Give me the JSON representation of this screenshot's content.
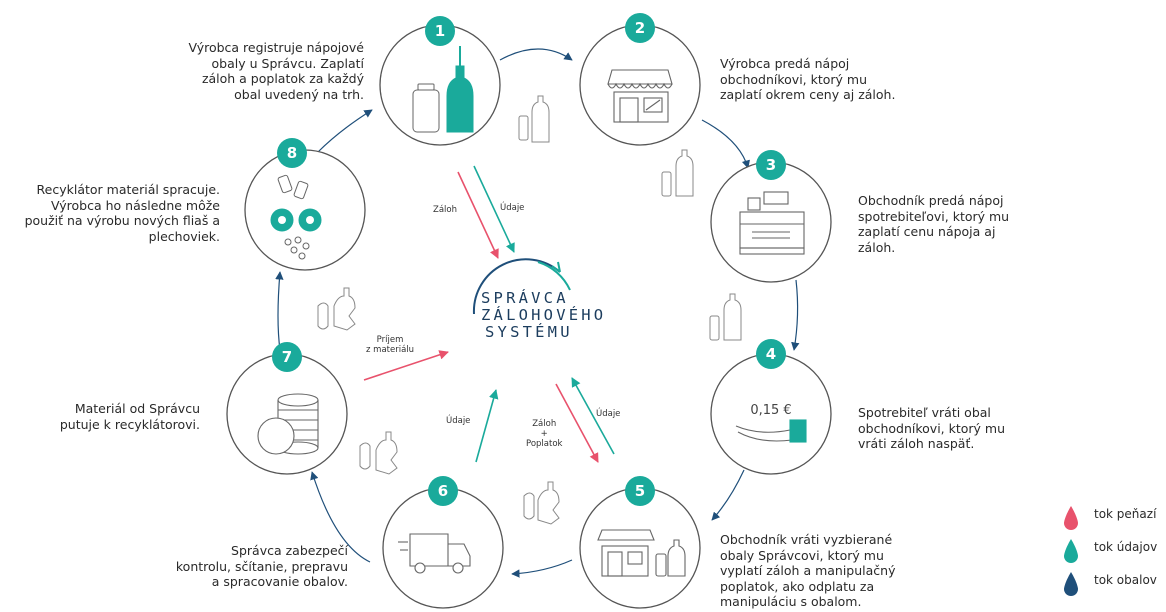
{
  "colors": {
    "money": "#e8526c",
    "data": "#1aaa9b",
    "packaging": "#1f4f7a",
    "circle_stroke": "#555555",
    "badge": "#1aaa9b"
  },
  "center": {
    "lines": [
      "SPRÁVCA",
      "ZÁLOHOVÉHO",
      "SYSTÉMU"
    ]
  },
  "steps": [
    {
      "num": "1",
      "lines": [
        "Výrobca registruje nápojové",
        "obaly  u Správcu. Zaplatí",
        "záloh a poplatok za každý",
        "obal uvedený na trh."
      ]
    },
    {
      "num": "2",
      "lines": [
        "Výrobca predá nápoj",
        "obchodníkovi, ktorý mu",
        "zaplatí okrem ceny aj záloh."
      ]
    },
    {
      "num": "3",
      "lines": [
        "Obchodník predá nápoj",
        "spotrebiteľovi, ktorý mu",
        "zaplatí cenu nápoja  aj",
        "záloh."
      ]
    },
    {
      "num": "4",
      "lines": [
        "Spotrebiteľ vráti obal",
        "obchodníkovi, ktorý mu",
        "vráti záloh naspäť."
      ],
      "price": "0,15 €"
    },
    {
      "num": "5",
      "lines": [
        "Obchodník vráti vyzbierané",
        "obaly Správcovi, ktorý mu",
        "vyplatí záloh a manipulačný",
        "poplatok, ako odplatu za",
        "manipuláciu s obalom."
      ]
    },
    {
      "num": "6",
      "lines": [
        "Správca zabezpečí",
        "kontrolu, sčítanie, prepravu",
        "a spracovanie obalov."
      ]
    },
    {
      "num": "7",
      "lines": [
        "Materiál od Správcu",
        "putuje k recyklátorovi."
      ]
    },
    {
      "num": "8",
      "lines": [
        "Recyklátor materiál spracuje.",
        "Výrobca ho následne môže",
        "použiť na výrobu nových fliaš a",
        "plechoviek."
      ]
    }
  ],
  "flows": {
    "zaloh_1": "Záloh",
    "udaje_1": "Údaje",
    "prijem": [
      "Príjem",
      "z materiálu"
    ],
    "udaje_6": "Údaje",
    "zaloh_poplatok": [
      "Záloh",
      "+",
      "Poplatok"
    ],
    "udaje_5": "Údaje"
  },
  "legend": [
    {
      "label": "tok peňazí",
      "color": "#e8526c"
    },
    {
      "label": "tok údajov",
      "color": "#1aaa9b"
    },
    {
      "label": "tok obalov",
      "color": "#1f4f7a"
    }
  ]
}
